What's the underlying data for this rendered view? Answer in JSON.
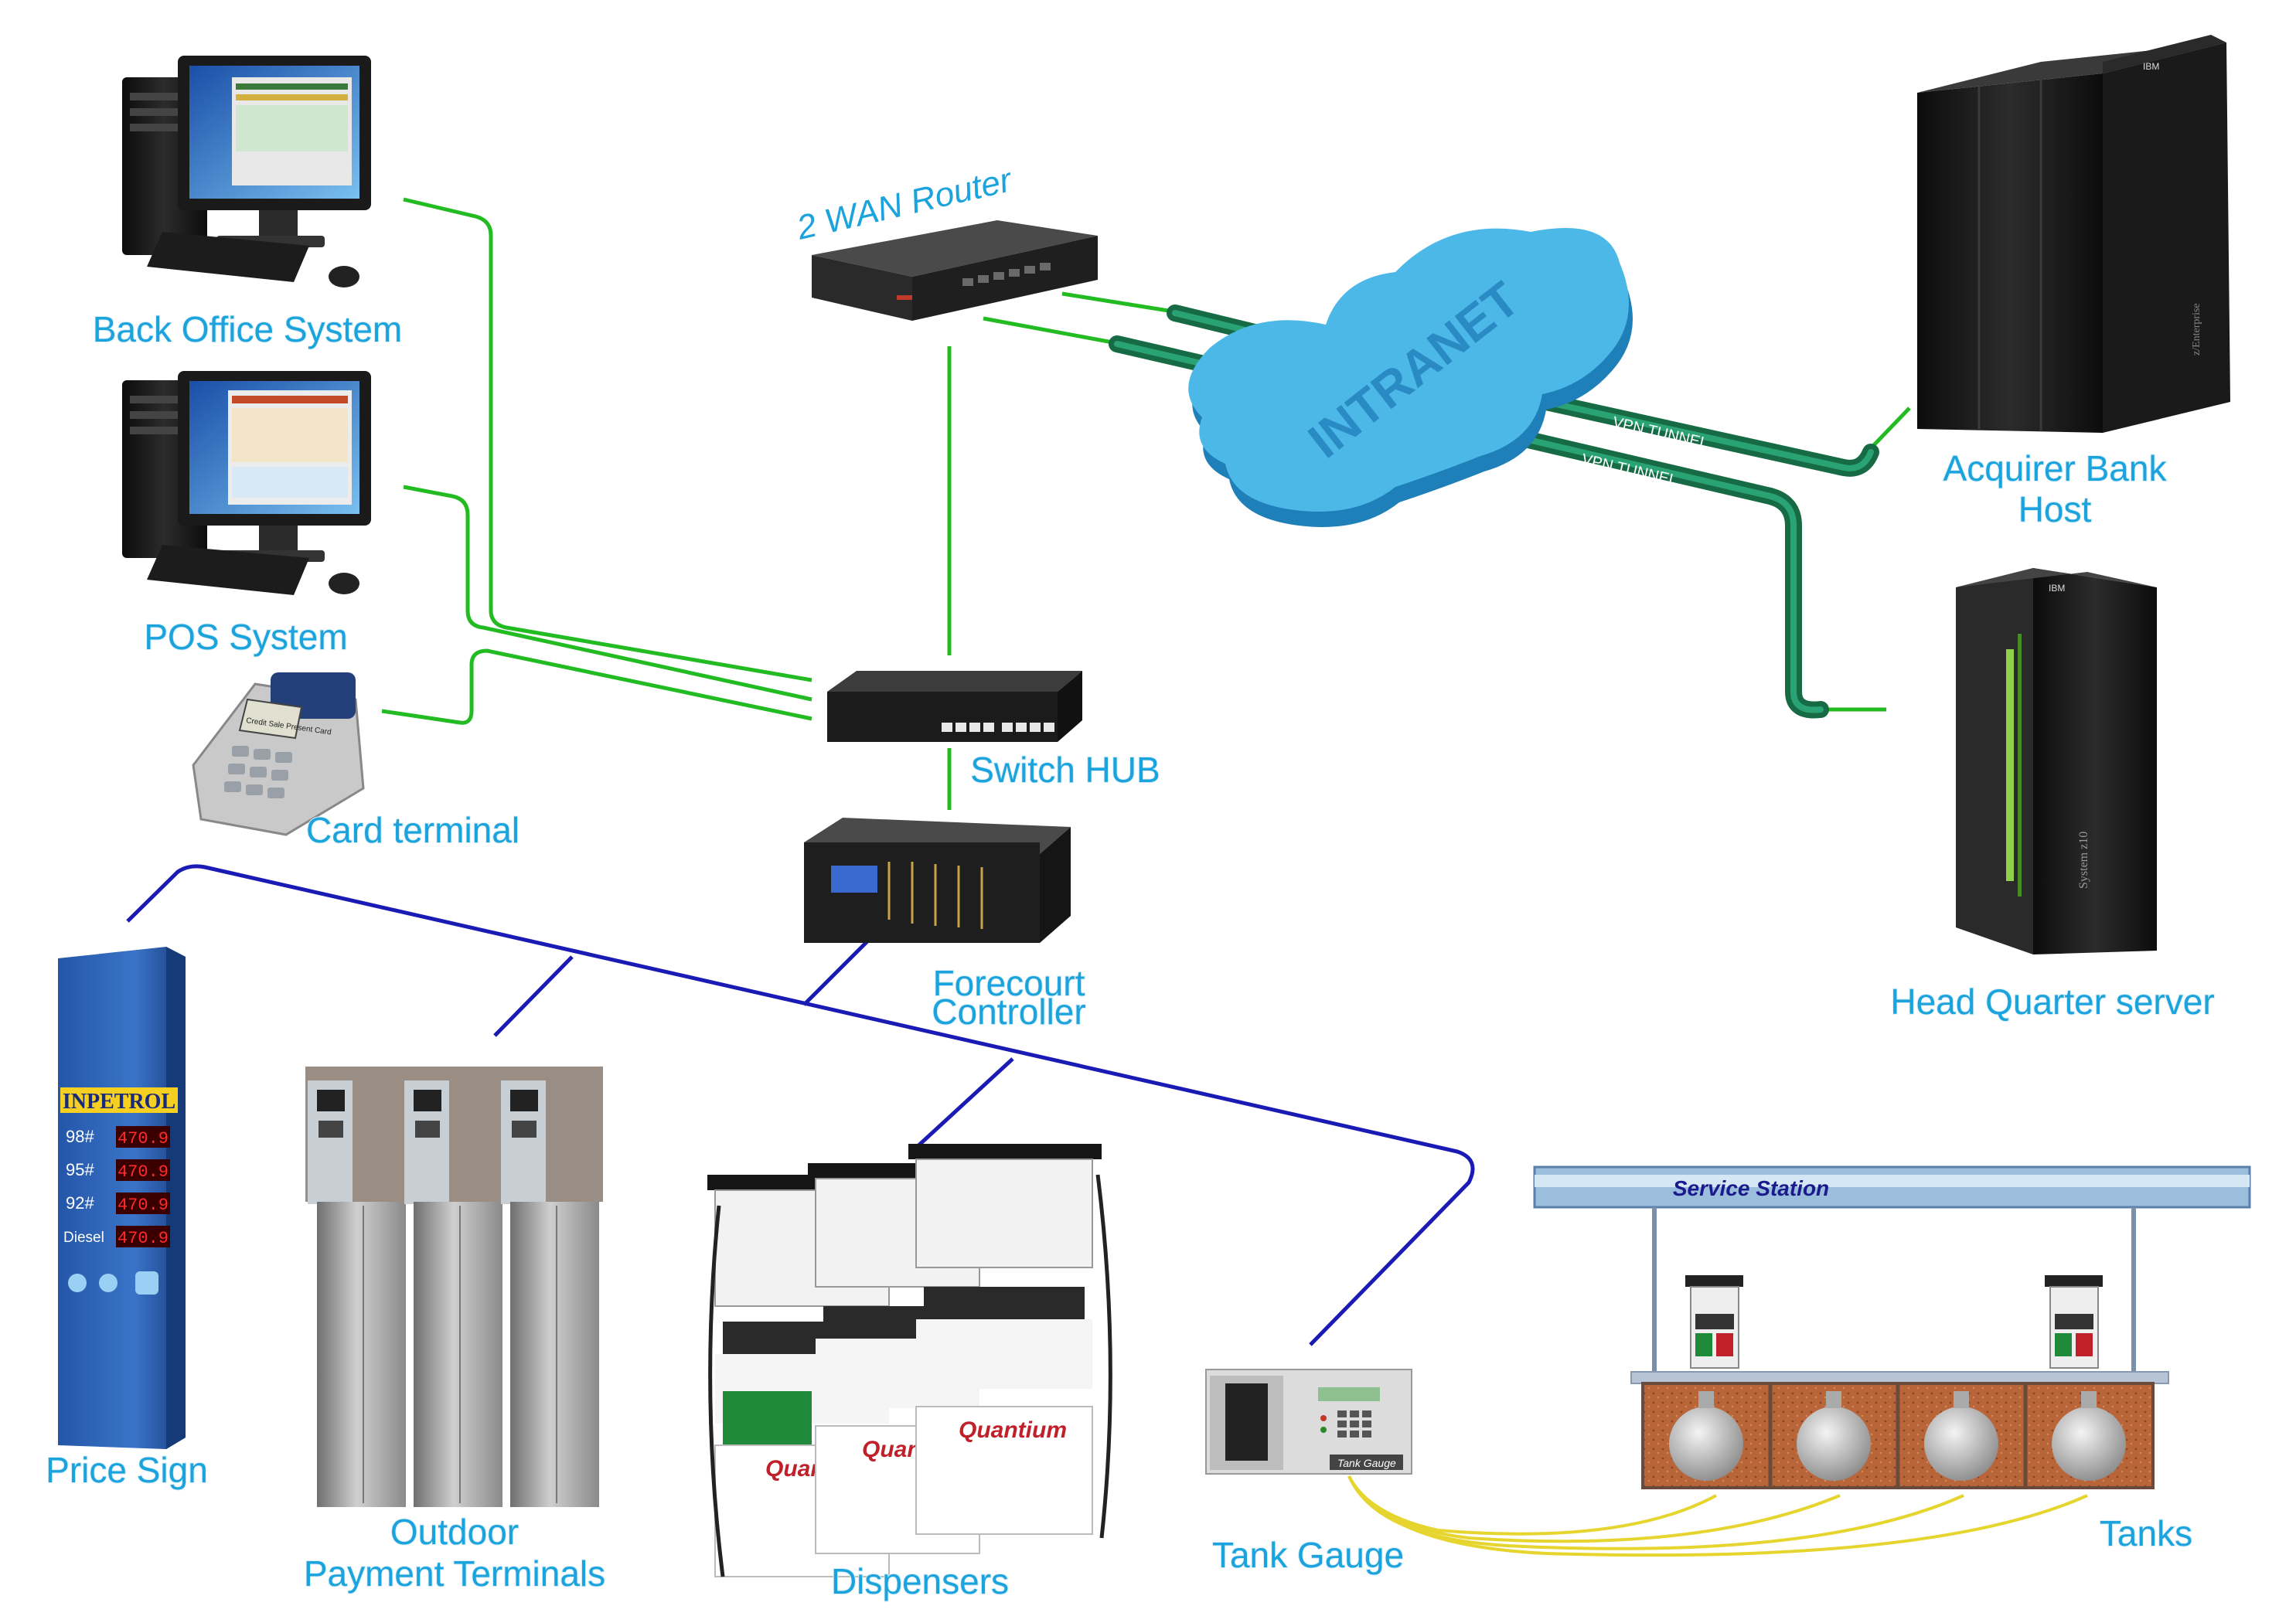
{
  "labels": {
    "back_office": "Back Office System",
    "pos": "POS System",
    "card_terminal": "Card terminal",
    "switch_hub": "Switch HUB",
    "router": "2 WAN Router",
    "intranet": "INTRANET",
    "vpn_tunnel": "VPN TUNNEL",
    "acquirer_1": "Acquirer Bank",
    "acquirer_2": "Host",
    "hq_server": "Head Quarter server",
    "forecourt_1": "Forecourt",
    "forecourt_2": "Controller",
    "price_sign": "Price Sign",
    "outdoor_1": "Outdoor",
    "outdoor_2": "Payment Terminals",
    "dispensers": "Dispensers",
    "tank_gauge": "Tank Gauge",
    "tanks": "Tanks",
    "service_station": "Service Station"
  },
  "device_text": {
    "price_sign_brand": "INPETROL",
    "price_rows": [
      {
        "grade": "98#",
        "price": "470.9"
      },
      {
        "grade": "95#",
        "price": "470.9"
      },
      {
        "grade": "92#",
        "price": "470.9"
      },
      {
        "grade": "Diesel",
        "price": "470.9"
      }
    ],
    "dispenser_brand": "Quantium",
    "tank_gauge_plate": "Tank Gauge",
    "server_brand": "IBM",
    "hq_server_model": "System z10",
    "acquirer_server_model": "z/Enterprise",
    "card_terminal_screen": "Credit Sale Present Card"
  },
  "colors": {
    "label": "#1aa3dc",
    "lan_line": "#22bb22",
    "pipe": "#1f8a5a",
    "forecourt_bus": "#1a1ab4",
    "cloud": "#4cb8e8",
    "gauge_cable": "#e6d52e",
    "station_label": "#1a1a8c"
  }
}
